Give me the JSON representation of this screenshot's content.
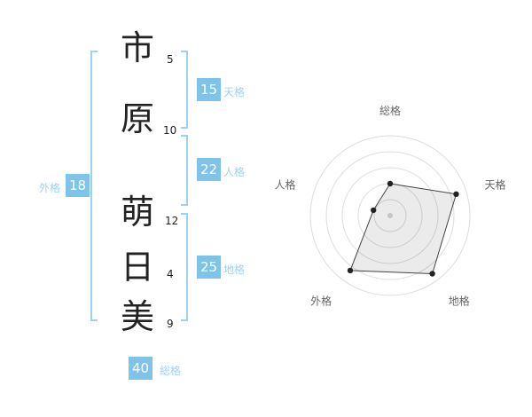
{
  "name": {
    "chars": [
      {
        "char": "市",
        "strokes": "5",
        "group": "surname"
      },
      {
        "char": "原",
        "strokes": "10",
        "group": "surname"
      },
      {
        "char": "萌",
        "strokes": "12",
        "group": "given"
      },
      {
        "char": "日",
        "strokes": "4",
        "group": "given"
      },
      {
        "char": "美",
        "strokes": "9",
        "group": "given"
      }
    ]
  },
  "categories": {
    "tenkaku": {
      "label": "天格",
      "value": "15"
    },
    "jinkaku": {
      "label": "人格",
      "value": "22"
    },
    "chikaku": {
      "label": "地格",
      "value": "25"
    },
    "gaikaku": {
      "label": "外格",
      "value": "18"
    },
    "soukaku": {
      "label": "総格",
      "value": "40"
    }
  },
  "colors": {
    "accent_box": "#7fc4e8",
    "bracket": "#9dd2ef",
    "category_label": "#9dd2ef",
    "chart_grid": "#dddddd",
    "chart_point": "#222222",
    "chart_label": "#666666"
  },
  "chart_data": {
    "type": "radar",
    "categories": [
      "総格",
      "天格",
      "地格",
      "外格",
      "人格"
    ],
    "values": [
      40,
      87,
      90,
      85,
      22
    ],
    "max": 100,
    "rings": 5,
    "grid": "circular",
    "legend": "none",
    "title": ""
  }
}
